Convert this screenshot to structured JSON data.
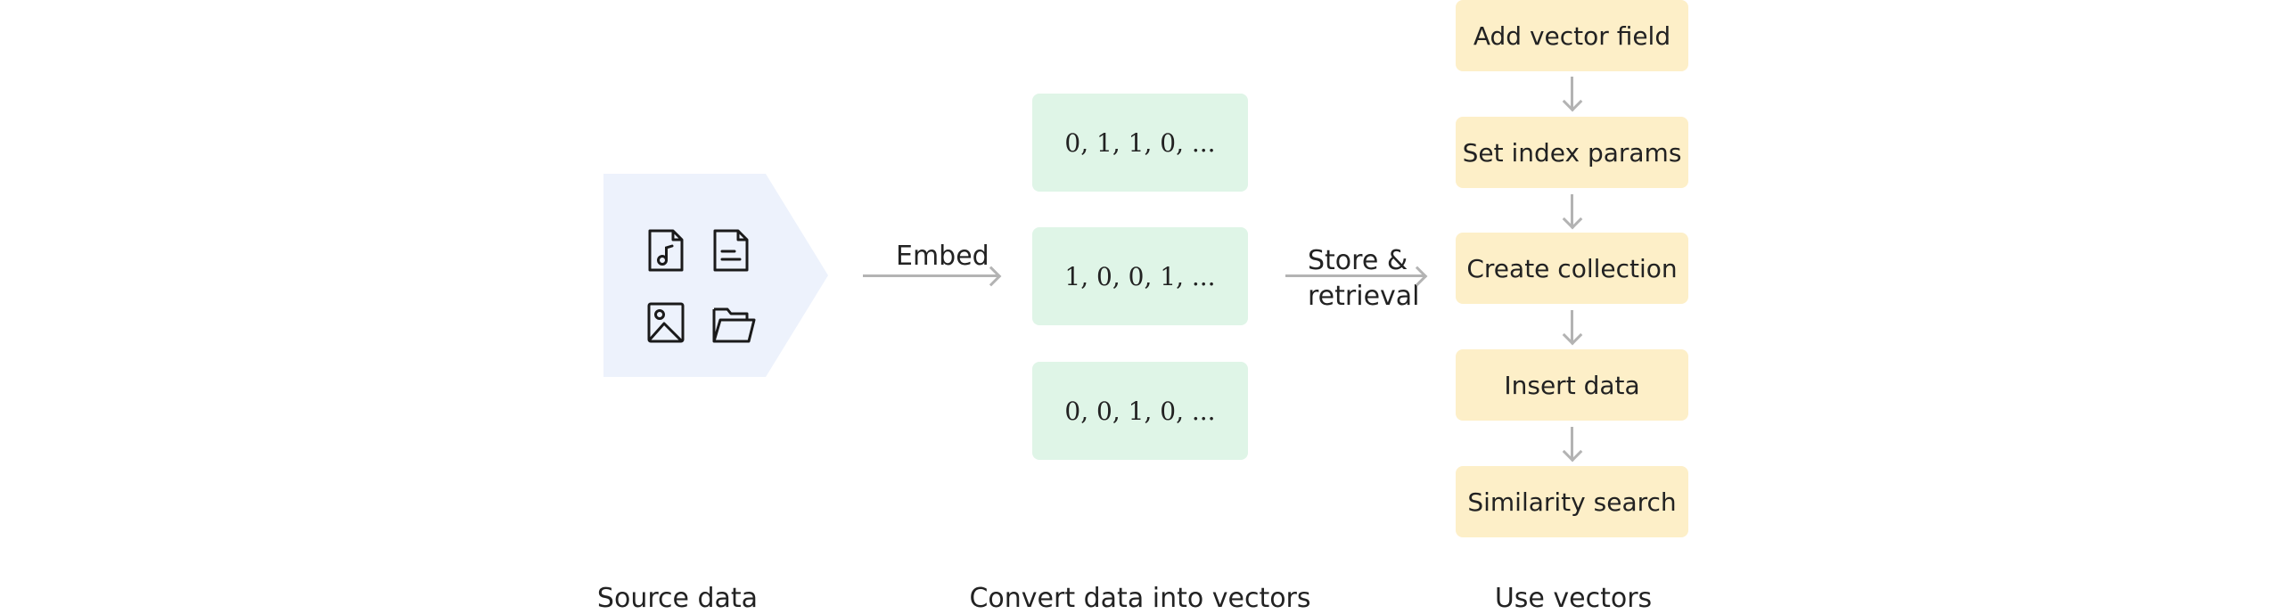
{
  "flow": {
    "embed_label": "Embed",
    "store_label_line1": "Store &",
    "store_label_line2": "retrieval"
  },
  "source": {
    "icons": [
      "audio-file-icon",
      "text-document-icon",
      "image-file-icon",
      "folder-icon"
    ]
  },
  "vectors": [
    "0, 1, 1, 0, ...",
    "1, 0, 0, 1, ...",
    "0, 0, 1, 0, ..."
  ],
  "steps": [
    "Add vector field",
    "Set index params",
    "Create collection",
    "Insert data",
    "Similarity search"
  ],
  "captions": {
    "source": "Source data",
    "convert": "Convert data into vectors",
    "use": "Use vectors"
  },
  "colors": {
    "source_fill": "#edf2fc",
    "vector_fill": "#dff5e7",
    "step_fill": "#fdefc8",
    "arrow": "#b3b3b3"
  }
}
